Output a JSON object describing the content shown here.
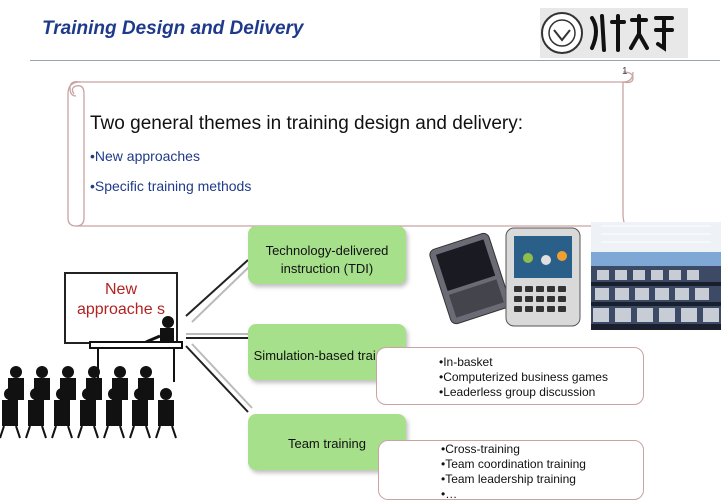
{
  "slide": {
    "title": "Training Design and Delivery",
    "page_number": "1"
  },
  "themes": {
    "heading": "Two general themes in training design and delivery:",
    "items": [
      "•New approaches",
      "•Specific training methods"
    ]
  },
  "diagram": {
    "new_approaches_label": "New approache s",
    "methods": [
      {
        "label_line1": "Technology-delivered",
        "label_line2": "instruction   (TDI)"
      },
      {
        "label_line1": "Simulation-based training",
        "label_line2": ""
      },
      {
        "label_line1": "Team training",
        "label_line2": ""
      }
    ],
    "simulation_examples": [
      "•In-basket",
      "•Computerized business games",
      "•Leaderless group discussion"
    ],
    "team_examples": [
      "•Cross-training",
      "•Team coordination training",
      "•Team leadership training",
      "•…"
    ]
  },
  "colors": {
    "title": "#1f3a8a",
    "box_fill": "#a6e08a",
    "accent_red": "#b22222",
    "scroll_border": "#c9a3a3"
  }
}
